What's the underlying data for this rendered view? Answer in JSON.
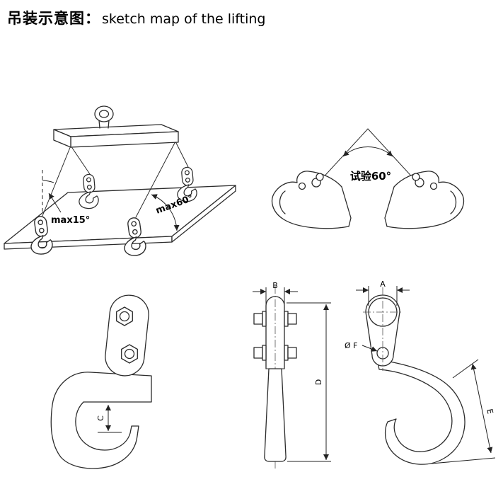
{
  "title": {
    "cjk": "吊装示意图：",
    "en": "sketch map of the lifting"
  },
  "lifting_sketch": {
    "max_sling_angle": "max15°",
    "max_plate_angle": "max60°"
  },
  "test_sketch": {
    "test_angle": "试验60°"
  },
  "dimension_labels": {
    "A": "A",
    "B": "B",
    "C": "C",
    "D": "D",
    "E": "E",
    "F": "Ø F"
  },
  "colors": {
    "background": "#ffffff",
    "line": "#2b2b2b",
    "text": "#000000"
  }
}
